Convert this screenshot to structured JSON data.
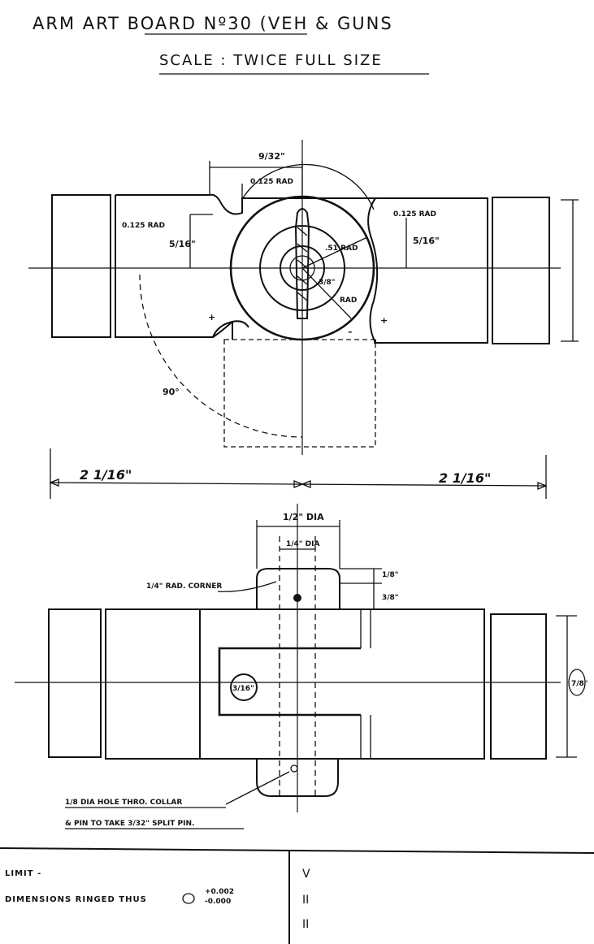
{
  "header": {
    "title": "ARM ART BOARD Nº30 (VEH & GUNS",
    "scale": "SCALE : TWICE FULL SIZE"
  },
  "top_view": {
    "dim_notch": "9/32\"",
    "note_rad_notch": "0.125 RAD",
    "note_rad_left": "0.125 RAD",
    "note_rad_right": "0.125 RAD",
    "dim_left_depth": "5/16\"",
    "dim_right_depth": "5/16\"",
    "note_centre_rad": ".51 RAD",
    "note_small_rad": "3/8\"",
    "note_rad_label": "RAD",
    "angle": "90°",
    "plus_left": "+",
    "plus_right": "+",
    "minus_mark": "–",
    "dim_overall_left": "2 1/16\"",
    "dim_overall_right": "2 1/16\""
  },
  "bottom_view": {
    "dim_bore": "1/2\" DIA",
    "dim_inner": "1/4\" DIA",
    "note_corner": "1/4\" RAD. CORNER",
    "dim_top_a": "1/8\"",
    "dim_top_b": "3/8\"",
    "dim_pin": "3/16\"",
    "dim_right": "7/8\"",
    "note_hole_1": "1/8 DIA HOLE THRO. COLLAR",
    "note_hole_2": "& PIN TO TAKE 3/32\" SPLIT PIN."
  },
  "title_block": {
    "limit_label": "LIMIT  -",
    "dimensions_label": "DIMENSIONS RINGED THUS",
    "tol_plus": "+0.002",
    "tol_minus": "-0.000",
    "col_v": "V",
    "col_ii_1": "II",
    "col_ii_2": "II"
  }
}
